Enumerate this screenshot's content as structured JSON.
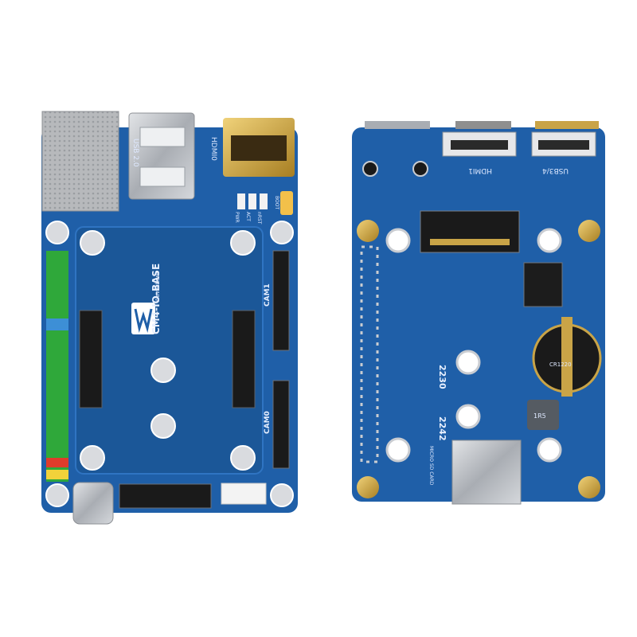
{
  "front_board": {
    "brand": "Waveshare",
    "model": "CM4-IO-BASE",
    "labels": {
      "usb": "USB 2.0",
      "hdmi": "HDMI0",
      "cam1": "CAM1",
      "cam0": "CAM0",
      "leds": [
        "PWR",
        "ACT",
        "nRST"
      ],
      "boot": "BOOT"
    }
  },
  "back_board": {
    "labels": {
      "hdmi1": "HDMI1",
      "usb": "USB3/4",
      "ssd_2230": "2230",
      "ssd_2242": "2242",
      "sd": "MICRO SD CARD",
      "rtc": "CR1220",
      "inductor": "1R5"
    }
  },
  "colors": {
    "pcb": "#1f5fa8",
    "pcb_dark": "#184d8c",
    "gold": "#c9a447",
    "header_green": "#2fa83a",
    "silver": "#c9ccd1"
  }
}
